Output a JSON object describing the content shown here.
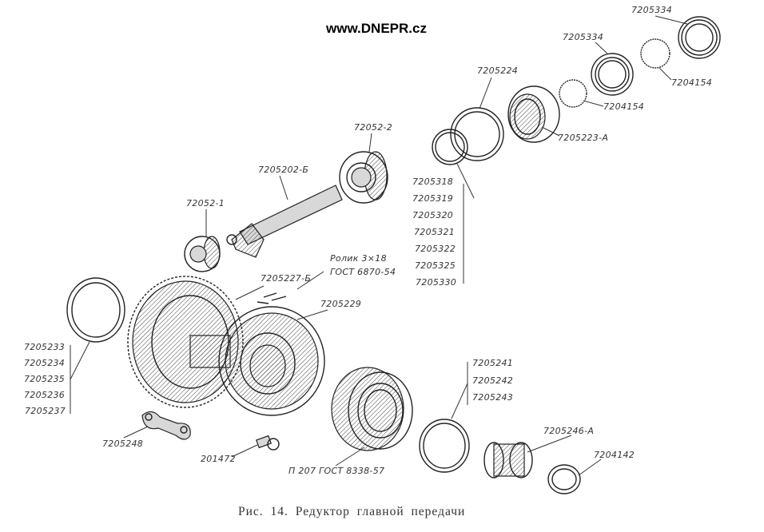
{
  "watermark": "www.DNEPR.cz",
  "caption": "Рис. 14. Редуктор главной передачи",
  "labels": {
    "p7205334_top": "7205334",
    "p7205334": "7205334",
    "p7204154_right": "7204154",
    "p7205224": "7205224",
    "p7204154": "7204154",
    "p7205223a": "7205223-А",
    "p72052_2": "72052-2",
    "p7205202b": "7205202-Б",
    "p72052_1": "72052-1",
    "roller_1": "Ролик 3×18",
    "roller_2": "ГОСТ 6870-54",
    "p7205227b": "7205227-Б",
    "p7205229": "7205229",
    "p7205248": "7205248",
    "p201472": "201472",
    "bearing": "П 207 ГОСТ 8338-57",
    "p7205246a": "7205246-А",
    "p7204142": "7204142"
  },
  "shim_list_right": [
    "7205318",
    "7205319",
    "7205320",
    "7205321",
    "7205322",
    "7205325",
    "7205330"
  ],
  "shim_list_left": [
    "7205233",
    "7205234",
    "7205235",
    "7205236",
    "7205237"
  ],
  "shim_list_bottom": [
    "7205241",
    "7205242",
    "7205243"
  ]
}
